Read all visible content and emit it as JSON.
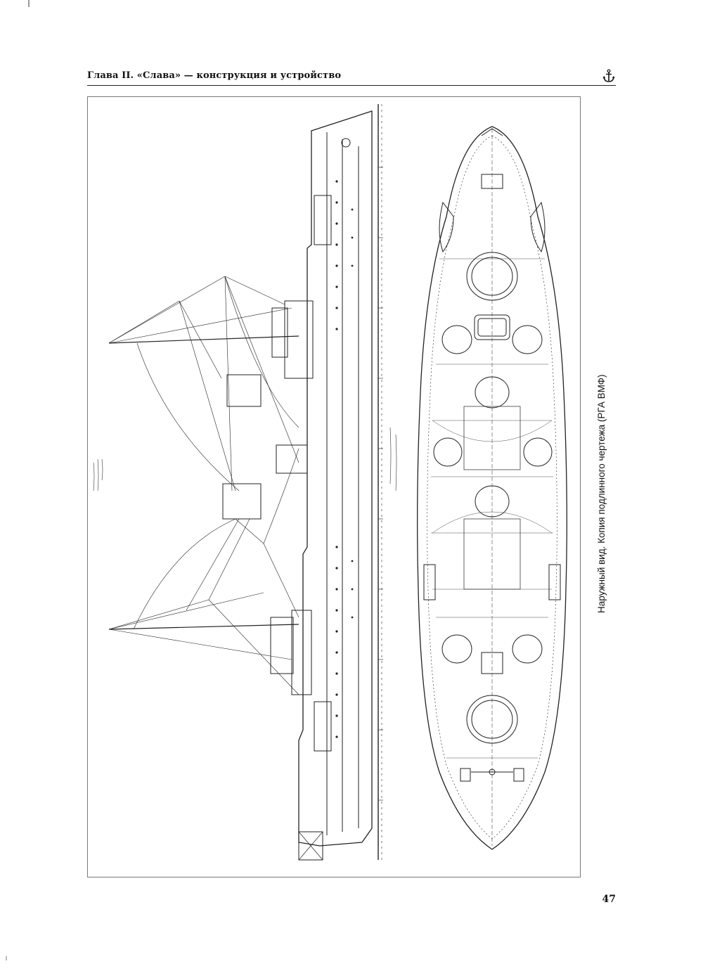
{
  "header": {
    "chapter_title": "Глава II. «Слава» — конструкция и устройство",
    "emblem": "anchor-icon"
  },
  "figure": {
    "caption": "Наружный вид. Копия подлинного чертежа (РГА ВМФ)",
    "views": [
      "side-elevation",
      "deck-plan"
    ]
  },
  "footer": {
    "page_number": "47"
  },
  "colors": {
    "ink": "#111111",
    "frame": "#777777",
    "paper": "#ffffff"
  }
}
